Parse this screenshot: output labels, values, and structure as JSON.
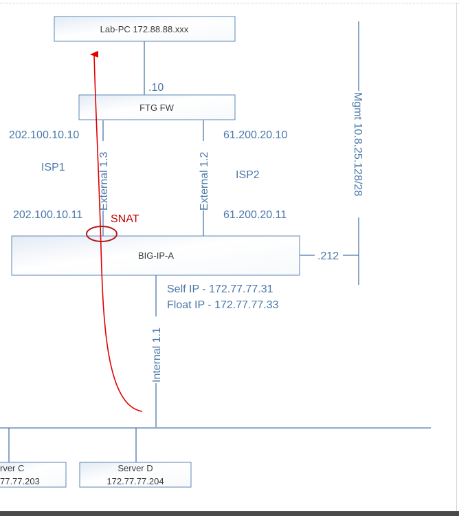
{
  "nodes": {
    "lab_pc": "Lab-PC 172.88.88.xxx",
    "ftg_fw": "FTG FW",
    "big_ip_a": "BIG-IP-A",
    "server_c_name": "rver C",
    "server_c_ip": "77.77.203",
    "server_d_name": "Server D",
    "server_d_ip": "172.77.77.204"
  },
  "labels": {
    "fw_inside": ".10",
    "isp1_fw_ip": "202.100.10.10",
    "isp1": "ISP1",
    "isp1_bigip_ip": "202.100.10.11",
    "isp2_fw_ip": "61.200.20.10",
    "isp2": "ISP2",
    "isp2_bigip_ip": "61.200.20.11",
    "external_1_3": "External 1.3",
    "external_1_2": "External 1.2",
    "internal_1_1": "Internal 1.1",
    "mgmt": "Mgmt 10.8.25.128/28",
    "mgmt_host": ".212",
    "self_ip": "Self IP - 172.77.77.31",
    "float_ip": "Float IP - 172.77.77.33",
    "snat": "SNAT"
  },
  "colors": {
    "line": "#4a78a8",
    "flow_arrow": "#e00000",
    "snat_circle": "#b01818",
    "box_border": "#5b87b5"
  }
}
